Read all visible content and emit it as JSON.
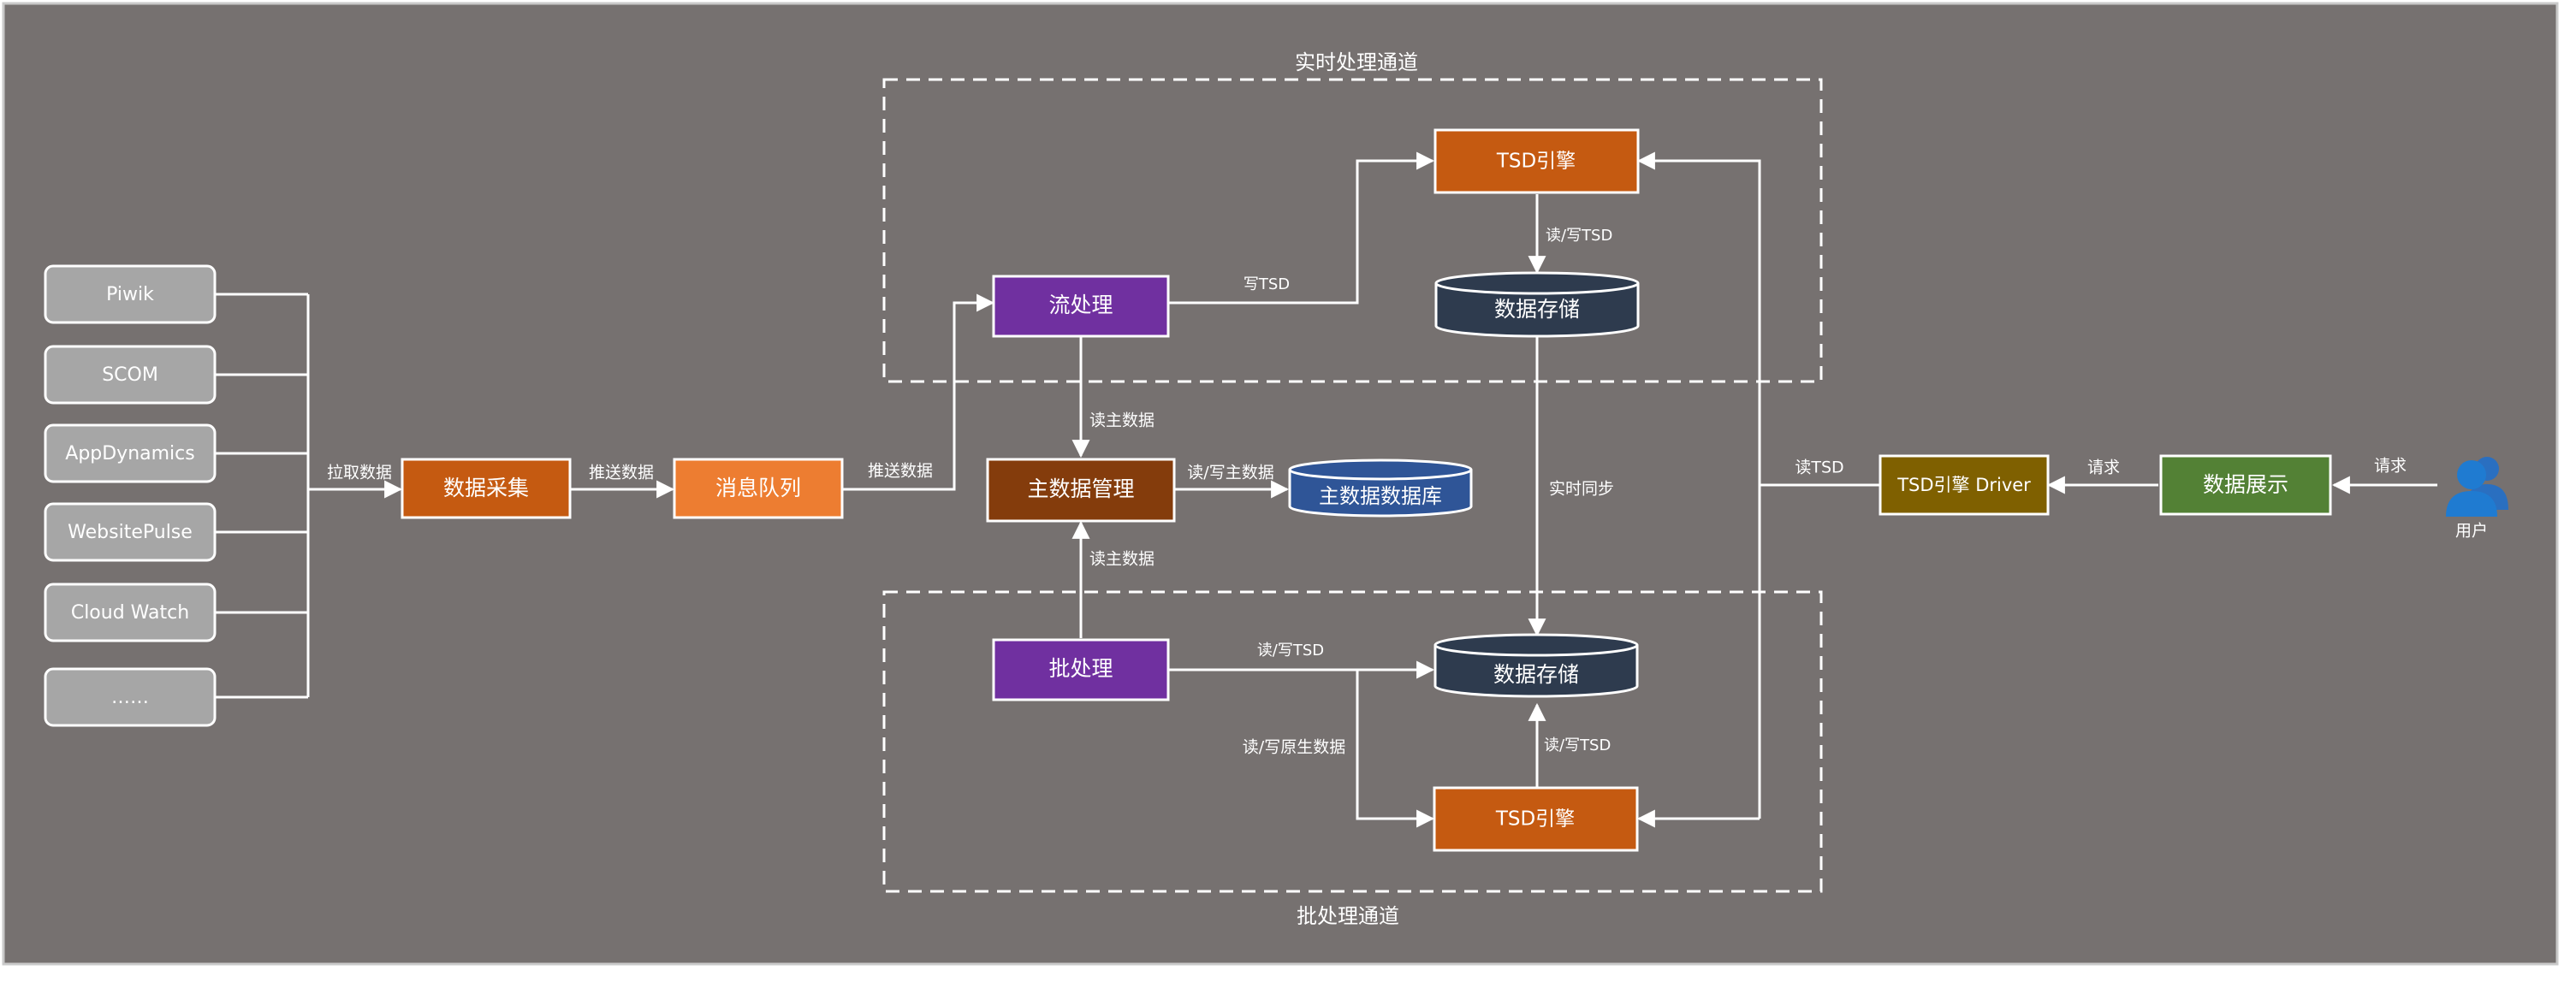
{
  "colors": {
    "background": "#767170",
    "frame_border": "#c9c9c9",
    "line": "#ffffff",
    "source_box": "#a6a6a6",
    "collect": "#c55a11",
    "queue": "#ed7d31",
    "stream": "#7030a0",
    "master": "#843c0c",
    "db_blue": "#2f5597",
    "storage": "#2e3b4e",
    "driver": "#7f6000",
    "display": "#538135",
    "user_icon": "#1f7bd1"
  },
  "regions": {
    "realtime_title": "实时处理通道",
    "batch_title": "批处理通道"
  },
  "sources": [
    {
      "label": "Piwik"
    },
    {
      "label": "SCOM"
    },
    {
      "label": "AppDynamics"
    },
    {
      "label": "WebsitePulse"
    },
    {
      "label": "Cloud Watch"
    },
    {
      "label": "……"
    }
  ],
  "nodes": {
    "collect": "数据采集",
    "queue": "消息队列",
    "stream": "流处理",
    "master": "主数据管理",
    "master_db": "主数据数据库",
    "batch": "批处理",
    "tsd_top": "TSD引擎",
    "storage_top": "数据存储",
    "storage_bottom": "数据存储",
    "tsd_bottom": "TSD引擎",
    "driver": "TSD引擎 Driver",
    "display": "数据展示",
    "user": "用户"
  },
  "edges": {
    "pull": "拉取数据",
    "push1": "推送数据",
    "push2": "推送数据",
    "write_tsd": "写TSD",
    "rw_tsd_top": "读/写TSD",
    "read_master_top": "读主数据",
    "rw_master": "读/写主数据",
    "read_master_bottom": "读主数据",
    "realtime_sync": "实时同步",
    "rw_tsd_batch": "读/写TSD",
    "rw_raw": "读/写原生数据",
    "rw_tsd_bottom": "读/写TSD",
    "read_tsd": "读TSD",
    "request_left": "请求",
    "request_right": "请求"
  }
}
